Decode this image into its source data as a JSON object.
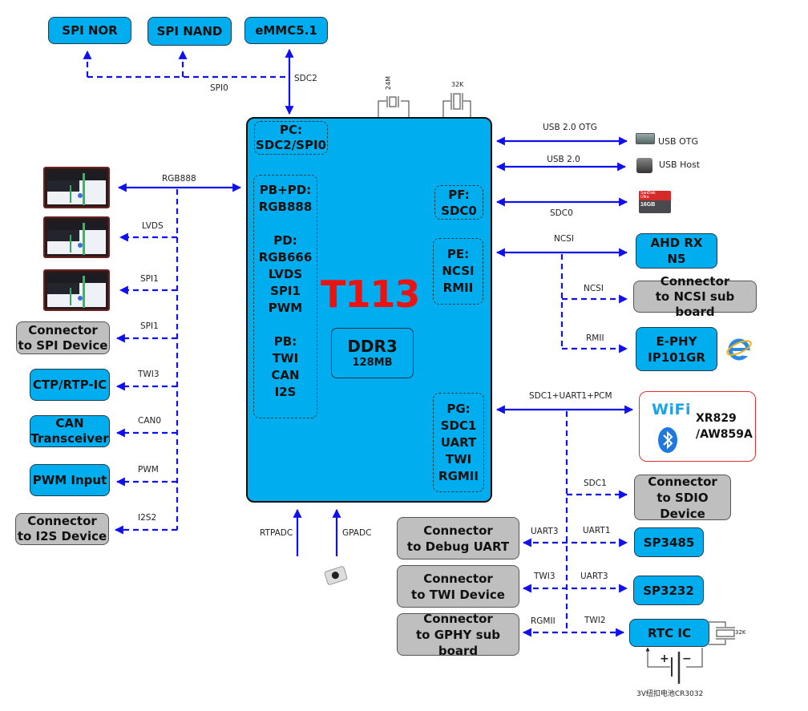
{
  "title": "T113 system block diagram",
  "colors": {
    "chip_fill": "#00aeef",
    "module_fill": "#00aeef",
    "connector_fill": "#bfbfbf",
    "bus_line": "#1010ee",
    "chip_title": "#ee1111",
    "wireless_border": "#e03030"
  },
  "chip": {
    "name": "T113",
    "memory": {
      "type": "DDR3",
      "size": "128MB"
    },
    "pin_groups": {
      "pc": [
        "PC:",
        "SDC2/SPI0"
      ],
      "pb_pd": {
        "g1": [
          "PB+PD:",
          "RGB888"
        ],
        "g2": [
          "PD:",
          "RGB666",
          "LVDS",
          "SPI1",
          "PWM"
        ],
        "g3": [
          "PB:",
          "TWI",
          "CAN",
          "I2S"
        ]
      },
      "pf": [
        "PF:",
        "SDC0"
      ],
      "pe": [
        "PE:",
        "NCSI",
        "RMII"
      ],
      "pg": [
        "PG:",
        "SDC1",
        "UART",
        "TWI",
        "RGMII"
      ]
    },
    "crystals": [
      "24M",
      "32K"
    ]
  },
  "top": {
    "modules": [
      "SPI NOR",
      "SPI NAND",
      "eMMC5.1"
    ],
    "bus_labels": {
      "spi0": "SPI0",
      "sdc2": "SDC2"
    }
  },
  "left": {
    "displays": [
      {
        "bus": "RGB888",
        "icon": "lcd-display-icon"
      },
      {
        "bus": "LVDS",
        "icon": "lcd-display-icon"
      },
      {
        "bus": "SPI1",
        "icon": "lcd-display-icon"
      }
    ],
    "modules": [
      {
        "bus": "SPI1",
        "lines": [
          "Connector",
          "to SPI Device"
        ],
        "kind": "connector"
      },
      {
        "bus": "TWI3",
        "lines": [
          "CTP/RTP-IC"
        ],
        "kind": "module"
      },
      {
        "bus": "CAN0",
        "lines": [
          "CAN",
          "Transceiver"
        ],
        "kind": "module"
      },
      {
        "bus": "PWM",
        "lines": [
          "PWM Input"
        ],
        "kind": "module"
      },
      {
        "bus": "I2S2",
        "lines": [
          "Connector",
          "to I2S Device"
        ],
        "kind": "connector"
      }
    ]
  },
  "right": {
    "usb_otg": {
      "bus": "USB 2.0 OTG",
      "label": "USB OTG"
    },
    "usb_host": {
      "bus": "USB 2.0",
      "label": "USB Host"
    },
    "sd": {
      "bus": "SDC0",
      "card_brand": "SanDisk",
      "card_line": "Ultra",
      "card_size": "16GB"
    },
    "ncsi_bus": "NCSI",
    "ahd": [
      "AHD RX",
      "N5"
    ],
    "ncsi_conn": {
      "bus": "NCSI",
      "lines": [
        "Connector",
        "to NCSI sub board"
      ]
    },
    "ephy": {
      "bus": "RMII",
      "lines": [
        "E-PHY",
        "IP101GR"
      ]
    },
    "wireless": {
      "bus": "SDC1+UART1+PCM",
      "wifi_label": "WiFi",
      "chip_lines": [
        "XR829",
        "/AW859A"
      ]
    },
    "sdio": {
      "bus": "SDC1",
      "lines": [
        "Connector",
        "to SDIO Device"
      ]
    },
    "sp3485": {
      "bus": "UART1",
      "label": "SP3485"
    },
    "sp3232": {
      "bus": "UART3",
      "label": "SP3232"
    },
    "rtc": {
      "bus": "TWI2",
      "label": "RTC IC",
      "crystal": "32K",
      "battery": "3V纽扣电池CR3032"
    }
  },
  "bottom": {
    "adc": [
      {
        "bus": "RTPADC"
      },
      {
        "bus": "GPADC"
      }
    ],
    "connectors": [
      {
        "bus": "UART3",
        "lines": [
          "Connector",
          "to Debug UART"
        ]
      },
      {
        "bus": "TWI3",
        "lines": [
          "Connector",
          "to TWI Device"
        ]
      },
      {
        "bus": "RGMII",
        "lines": [
          "Connector",
          "to GPHY sub board"
        ]
      }
    ]
  }
}
